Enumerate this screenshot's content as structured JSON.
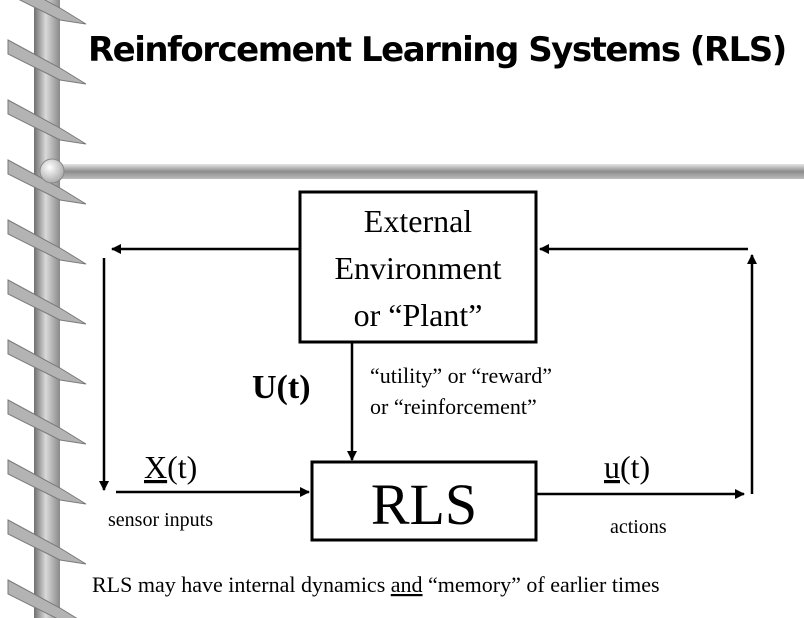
{
  "slide": {
    "title": "Reinforcement Learning Systems (RLS)"
  },
  "diagram": {
    "environment": {
      "lines": [
        "External",
        "Environment",
        "or “Plant”"
      ]
    },
    "rls_label": "RLS",
    "utility": {
      "symbol": "U(t)",
      "description_lines": [
        "“utility” or “reward”",
        "or “reinforcement”"
      ]
    },
    "input": {
      "symbol_underlined": "X",
      "symbol_suffix": "(t)",
      "caption": "sensor inputs"
    },
    "output": {
      "symbol_underlined": "u",
      "symbol_suffix": "(t)",
      "caption": "actions"
    },
    "note": {
      "before": "RLS may have internal dynamics ",
      "underlined": "and",
      "after": " “memory” of earlier times"
    }
  }
}
